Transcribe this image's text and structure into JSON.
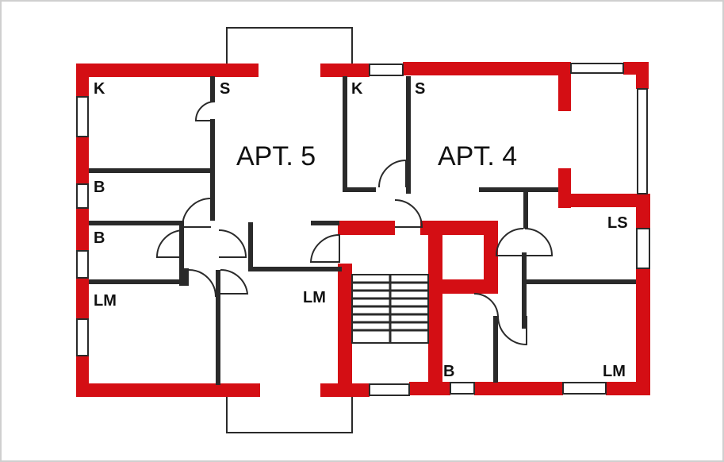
{
  "colors": {
    "exterior_wall": "#d40e14",
    "interior_wall": "#2a2a2a",
    "background": "#ffffff"
  },
  "apartments": [
    {
      "label": "APT. 5"
    },
    {
      "label": "APT. 4"
    }
  ],
  "rooms": [
    {
      "label": "K"
    },
    {
      "label": "S"
    },
    {
      "label": "K"
    },
    {
      "label": "S"
    },
    {
      "label": "B"
    },
    {
      "label": "B"
    },
    {
      "label": "LM"
    },
    {
      "label": "LM"
    },
    {
      "label": "LS"
    },
    {
      "label": "B"
    },
    {
      "label": "LM"
    }
  ]
}
